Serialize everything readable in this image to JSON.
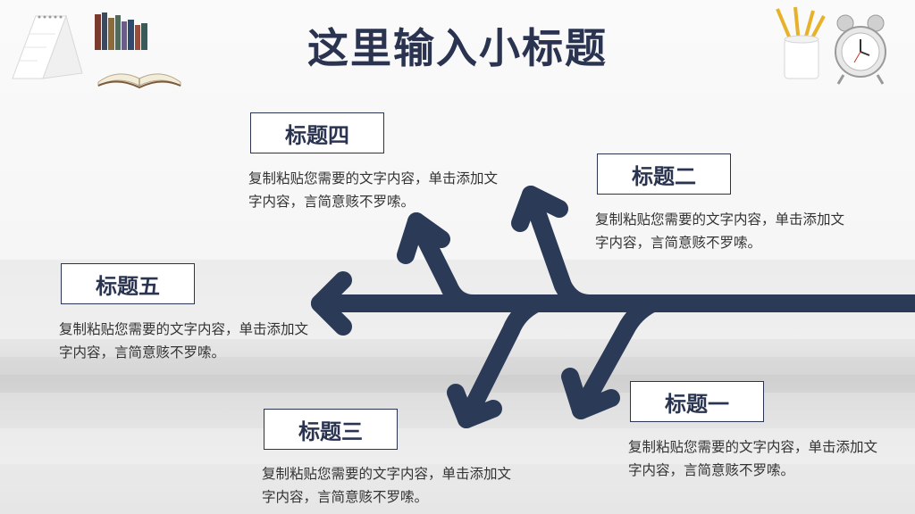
{
  "slide": {
    "title": "这里输入小标题"
  },
  "topics": [
    {
      "id": "one",
      "title": "标题一",
      "text": "复制粘贴您需要的文字内容，单击添加文字内容，言简意赅不罗嗦。"
    },
    {
      "id": "two",
      "title": "标题二",
      "text": "复制粘贴您需要的文字内容，单击添加文字内容，言简意赅不罗嗦。"
    },
    {
      "id": "three",
      "title": "标题三",
      "text": "复制粘贴您需要的文字内容，单击添加文字内容，言简意赅不罗嗦。"
    },
    {
      "id": "four",
      "title": "标题四",
      "text": "复制粘贴您需要的文字内容，单击添加文字内容，言简意赅不罗嗦。"
    },
    {
      "id": "five",
      "title": "标题五",
      "text": "复制粘贴您需要的文字内容，单击添加文字内容，言简意赅不罗嗦。"
    }
  ],
  "colors": {
    "arrow": "#2a3a57",
    "text": "#333333"
  },
  "decorations": [
    "calendar-icon",
    "books-icon",
    "open-book-icon",
    "pencil-cup-icon",
    "alarm-clock-icon"
  ]
}
